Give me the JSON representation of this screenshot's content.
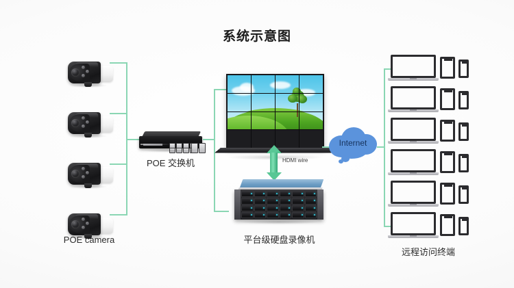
{
  "diagram": {
    "title": "系统示意图",
    "background_color": "#fafafa",
    "connector_color": "#8ad6b3"
  },
  "nodes": {
    "cameras": {
      "label": "POE camera",
      "count": 4,
      "icon": "bullet-camera-icon"
    },
    "switch": {
      "label": "POE 交换机",
      "icon": "network-switch-icon",
      "port_count": 8,
      "uplink_count": 2
    },
    "video_wall": {
      "icon": "video-wall-icon",
      "rows": 4,
      "columns": 4,
      "scene": "outdoor landscape with blue sky, clouds, green hill and a tree"
    },
    "hdmi_link": {
      "label": "HDMI wire",
      "icon": "double-arrow-up-down-icon",
      "color": "#58c795"
    },
    "nvr": {
      "label": "平台级硬盘录像机",
      "icon": "rack-server-icon",
      "bay_rows": 4,
      "bay_columns": 6
    },
    "internet": {
      "label": "Internet",
      "icon": "cloud-icon",
      "color": "#5b93dc"
    },
    "terminals": {
      "label": "远程访问终端",
      "row_count": 6,
      "devices": [
        "laptop-icon",
        "tablet-icon",
        "phone-icon"
      ]
    }
  }
}
